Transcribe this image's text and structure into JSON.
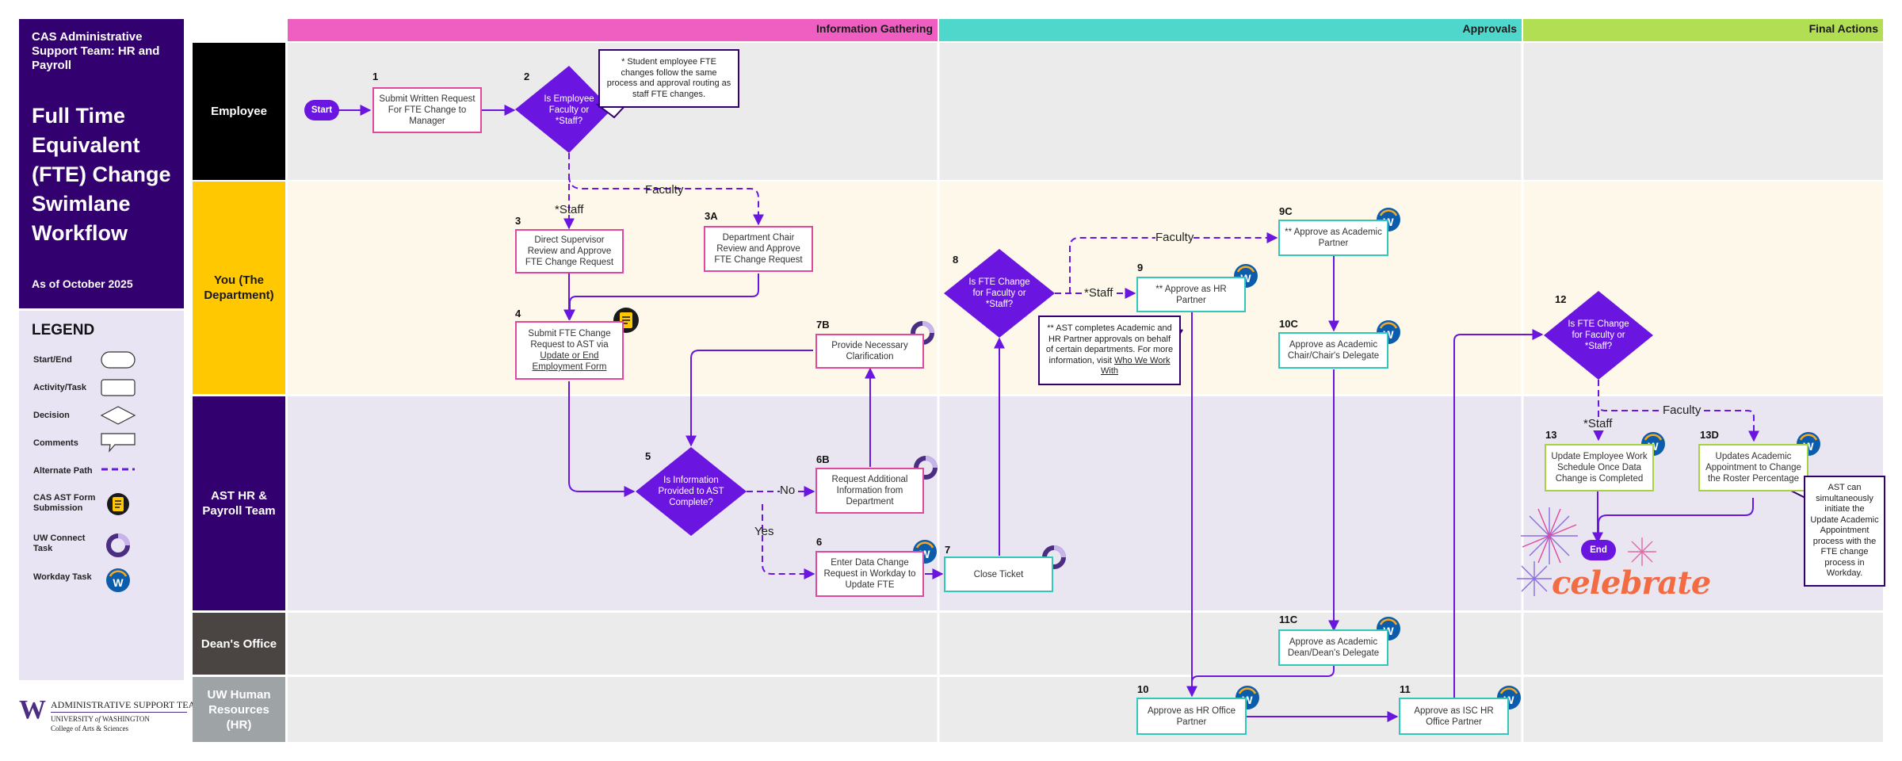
{
  "header": {
    "dept_title": "CAS Administrative Support Team: HR and Payroll",
    "title": "Full Time Equivalent (FTE) Change Swimlane Workflow",
    "date_line": "As of October 2025"
  },
  "legend": {
    "title": "LEGEND",
    "items": {
      "start_end": "Start/End",
      "activity": "Activity/Task",
      "decision": "Decision",
      "comments": "Comments",
      "alternate": "Alternate Path",
      "form": "CAS AST Form Submission",
      "uwconnect": "UW Connect Task",
      "workday": "Workday Task"
    }
  },
  "footer": {
    "logo_line1": "ADMINISTRATIVE SUPPORT TEAM",
    "logo_line2a": "UNIVERSITY ",
    "logo_line2b": "of",
    "logo_line2c": " WASHINGTON",
    "logo_line3": "College of Arts & Sciences"
  },
  "phases": [
    "Information Gathering",
    "Approvals",
    "Final Actions"
  ],
  "lanes": [
    "Employee",
    "You (The Department)",
    "AST HR & Payroll Team",
    "Dean's Office",
    "UW Human Resources (HR)"
  ],
  "colors": {
    "purple_dark": "#33006f",
    "purple": "#6b16e0",
    "pink": "#e0489e",
    "teal": "#32c7b9",
    "green": "#a6d33f",
    "phase_info": "#ef5fc2",
    "phase_approvals": "#50d7cc",
    "phase_final": "#b1de52"
  },
  "nodes": {
    "start": "Start",
    "end": "End",
    "n1": {
      "num": "1",
      "text": "Submit Written Request For FTE Change to Manager"
    },
    "n2": {
      "num": "2",
      "text": "Is Employee Faculty or *Staff?"
    },
    "n3": {
      "num": "3",
      "text": "Direct Supervisor Review and Approve FTE Change Request"
    },
    "n3a": {
      "num": "3A",
      "text": "Department Chair Review and Approve FTE Change Request"
    },
    "n4": {
      "num": "4",
      "text": "Submit FTE Change Request to AST via ",
      "link": "Update or End Employment Form"
    },
    "n5": {
      "num": "5",
      "text": "Is Information Provided to AST Complete?"
    },
    "n6": {
      "num": "6",
      "text": "Enter Data Change Request in Workday to Update FTE"
    },
    "n6b": {
      "num": "6B",
      "text": "Request Additional Information from Department"
    },
    "n7": {
      "num": "7",
      "text": "Close Ticket"
    },
    "n7b": {
      "num": "7B",
      "text": "Provide Necessary Clarification"
    },
    "n8": {
      "num": "8",
      "text": "Is FTE Change for Faculty or *Staff?"
    },
    "n9": {
      "num": "9",
      "text": "** Approve as HR Partner"
    },
    "n9c": {
      "num": "9C",
      "text": "** Approve as Academic Partner"
    },
    "n10": {
      "num": "10",
      "text": "Approve as HR Office Partner"
    },
    "n10c": {
      "num": "10C",
      "text": "Approve as Academic Chair/Chair's Delegate"
    },
    "n11": {
      "num": "11",
      "text": "Approve as ISC HR Office Partner"
    },
    "n11c": {
      "num": "11C",
      "text": "Approve as Academic Dean/Dean's Delegate"
    },
    "n12": {
      "num": "12",
      "text": "Is FTE Change for Faculty or *Staff?"
    },
    "n13": {
      "num": "13",
      "text": "Update Employee Work Schedule Once Data Change is Completed"
    },
    "n13d": {
      "num": "13D",
      "text": "Updates Academic Appointment to Change the Roster Percentage"
    }
  },
  "path_labels": {
    "staff": "*Staff",
    "faculty": "Faculty",
    "no": "No",
    "yes": "Yes"
  },
  "comments": {
    "c1": "* Student employee FTE changes follow the same process and approval routing as staff FTE changes.",
    "c2_text": "** AST completes Academic and HR Partner approvals on behalf of certain departments. For more information, visit ",
    "c2_link": "Who We Work With",
    "c3": "AST can simultaneously initiate the Update Academic Appointment process with the FTE change process in Workday."
  },
  "decor": {
    "celebrate_text": "celebrate"
  }
}
